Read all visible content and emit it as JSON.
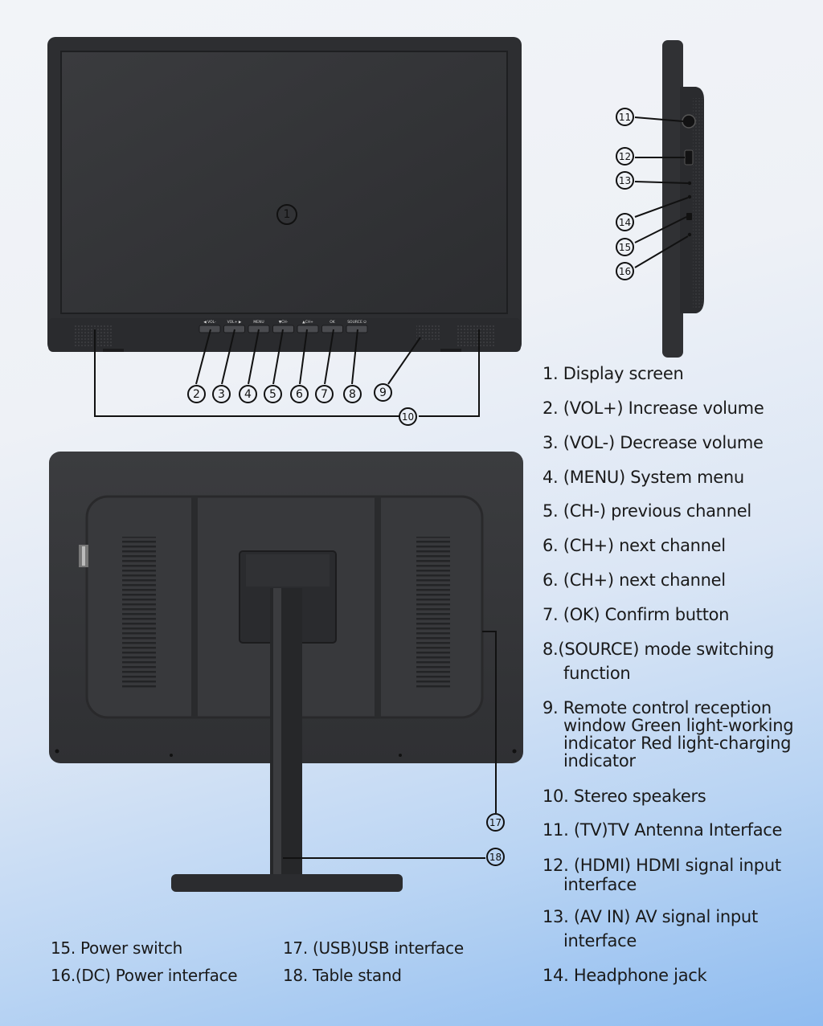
{
  "front_buttons": [
    "◀ VOL-",
    "VOL+ ▶",
    "MENU",
    "▼CH-",
    "▲CH+",
    "OK",
    "SOURCE ⏻"
  ],
  "callouts": [
    "1",
    "2",
    "3",
    "4",
    "5",
    "6",
    "7",
    "8",
    "9",
    "10",
    "11",
    "12",
    "13",
    "14",
    "15",
    "16",
    "17",
    "18"
  ],
  "specs": [
    {
      "line1": "1. Display screen"
    },
    {
      "line1": "2. (VOL+) Increase volume"
    },
    {
      "line1": "3. (VOL-) Decrease volume"
    },
    {
      "line1": "4. (MENU) System menu"
    },
    {
      "line1": "5. (CH-) previous channel"
    },
    {
      "line1": "6. (CH+) next channel"
    },
    {
      "line1": "6. (CH+) next channel"
    },
    {
      "line1": "7. (OK) Confirm button"
    },
    {
      "line1": "8.(SOURCE) mode switching",
      "line2": "function"
    },
    {
      "line1": "9. Remote control reception",
      "line2": "window  Green light-working",
      "line3": "indicator Red light-charging",
      "line4": "indicator"
    },
    {
      "line1": "10. Stereo speakers"
    },
    {
      "line1": "11. (TV)TV Antenna Interface"
    },
    {
      "line1": "12. (HDMI) HDMI signal input",
      "line2": "interface"
    },
    {
      "line1": "13. (AV IN) AV signal input",
      "line2": "interface"
    },
    {
      "line1": "14. Headphone jack"
    }
  ],
  "footer": {
    "col1": [
      "15. Power switch",
      "16.(DC) Power interface"
    ],
    "col2": [
      "17. (USB)USB interface",
      "18. Table stand"
    ]
  }
}
